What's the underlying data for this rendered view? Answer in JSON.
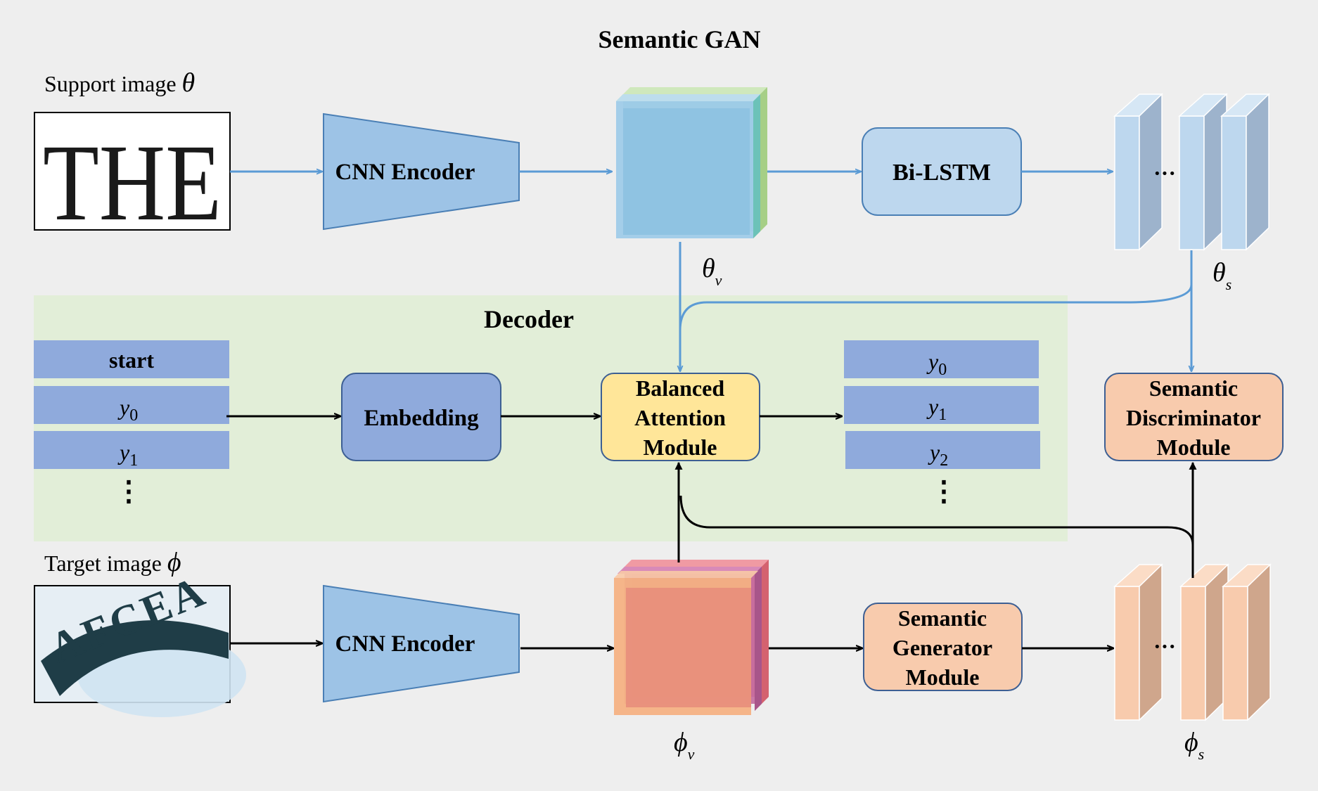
{
  "title": "Semantic GAN",
  "support": {
    "label": "Support image",
    "symbol": "θ",
    "image_text": "THE"
  },
  "target": {
    "label": "Target image",
    "symbol": "ϕ",
    "image_text": "AFCEA"
  },
  "decoder": {
    "title": "Decoder",
    "input_tokens": {
      "start": "start",
      "y0": "y",
      "y0_sub": "0",
      "y1": "y",
      "y1_sub": "1",
      "more": "⋮"
    },
    "output_tokens": {
      "y0": "y",
      "y0_sub": "0",
      "y1": "y",
      "y1_sub": "1",
      "y2": "y",
      "y2_sub": "2",
      "more": "⋮"
    }
  },
  "modules": {
    "cnn_encoder_top": "CNN Encoder",
    "cnn_encoder_bottom": "CNN Encoder",
    "bilstm": "Bi-LSTM",
    "embedding": "Embedding",
    "balanced_attention": [
      "Balanced",
      "Attention",
      "Module"
    ],
    "semantic_discriminator": [
      "Semantic",
      "Discriminator",
      "Module"
    ],
    "semantic_generator": [
      "Semantic",
      "Generator",
      "Module"
    ]
  },
  "features": {
    "theta_v": "θ",
    "theta_v_sub": "v",
    "theta_s": "θ",
    "theta_s_sub": "s",
    "phi_v": "ϕ",
    "phi_v_sub": "v",
    "phi_s": "ϕ",
    "phi_s_sub": "s",
    "ellipsis": "···"
  },
  "colors": {
    "background": "#eeeeee",
    "decoder_bg": "#e2eed8",
    "encoder_fill": "#9dc3e6",
    "bilstm_fill": "#bdd7ee",
    "token_fill": "#8faadc",
    "attention_fill": "#ffe699",
    "semantic_fill": "#f8cbad",
    "blue_arrow": "#5b9bd5",
    "black_arrow": "#000000"
  }
}
